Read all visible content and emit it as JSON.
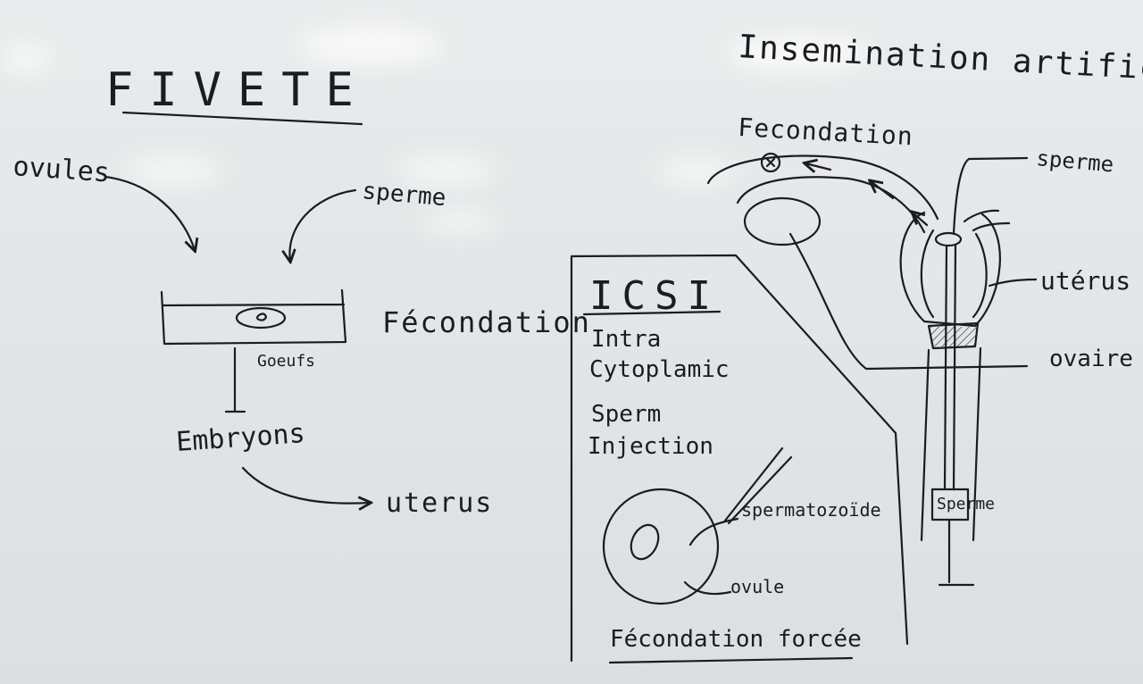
{
  "colors": {
    "ink": "#1b1c20",
    "board": "#e5e8e9"
  },
  "fivete": {
    "title": "FIVETE",
    "ovules": "ovules",
    "sperme": "sperme",
    "fecondation": "Fécondation",
    "oeufs": "Goeufs",
    "embryons": "Embryons",
    "uterus": "uterus"
  },
  "icsi": {
    "title": "ICSI",
    "line1": "Intra",
    "line2": "Cytoplamic",
    "line3": "Sperm",
    "line4": "Injection",
    "spermatozoide": "spermatozoïde",
    "ovule": "ovule",
    "footer": "Fécondation forcée"
  },
  "insemination": {
    "title": "Insemination artificielle",
    "fecondation": "Fecondation",
    "sperme": "sperme",
    "uterus": "utérus",
    "ovaire": "ovaire",
    "syringe_label": "Sperme"
  }
}
